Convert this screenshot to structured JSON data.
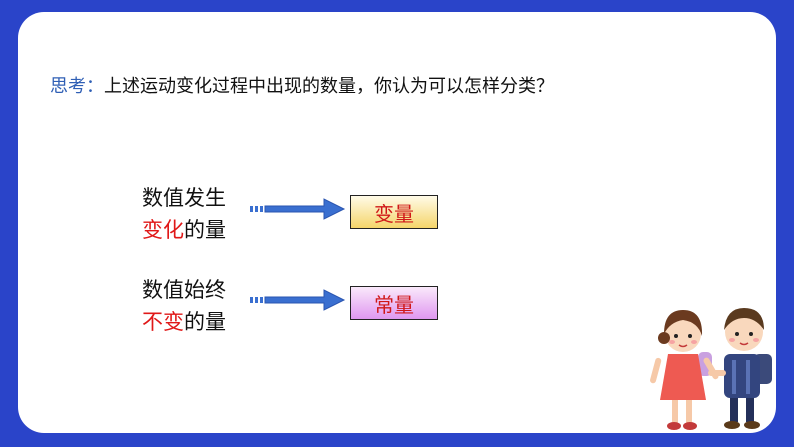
{
  "question": {
    "prefix": "思考：",
    "text": "上述运动变化过程中出现的数量，你认为可以怎样分类？"
  },
  "rows": [
    {
      "line1": "数值发生",
      "highlight": "变化",
      "suffix": "的量",
      "box_label": "变量"
    },
    {
      "line1": "数值始终",
      "highlight": "不变",
      "suffix": "的量",
      "box_label": "常量"
    }
  ],
  "colors": {
    "frame": "#2a44c9",
    "prefix": "#2f5fb5",
    "highlight": "#e01818",
    "arrow": "#3a6fd0"
  },
  "icons": [
    "blue-arrow-icon",
    "children-illustration-icon"
  ]
}
